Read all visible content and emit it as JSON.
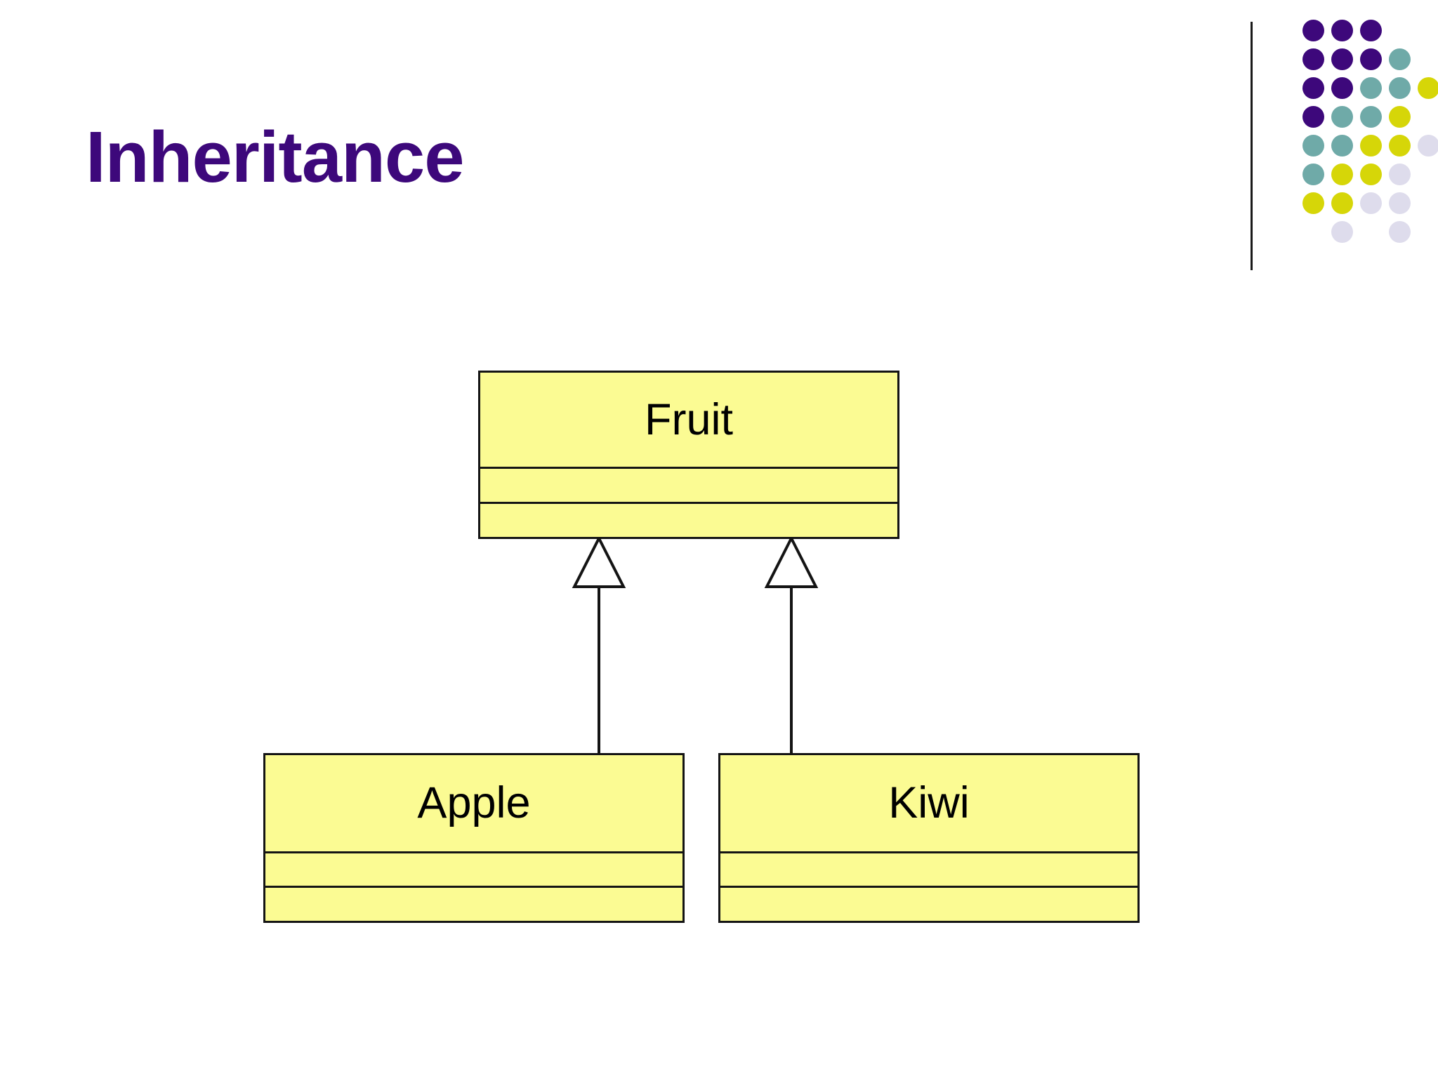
{
  "slide": {
    "title": "Inheritance",
    "background_color": "#FFFFFF",
    "title_color": "#3D087B"
  },
  "logo": {
    "name": "dot-grid-logo",
    "rule_color": "#1A1A1A",
    "dot_diameter": 31,
    "spacing": 41,
    "colors": {
      "purple": "#3D087B",
      "teal": "#6FAAA8",
      "yellow": "#D6D608",
      "lavender": "#DEDCEC"
    },
    "grid": [
      [
        "purple",
        "purple",
        "purple",
        null,
        null
      ],
      [
        "purple",
        "purple",
        "purple",
        "teal",
        null
      ],
      [
        "purple",
        "purple",
        "teal",
        "teal",
        "yellow"
      ],
      [
        "purple",
        "teal",
        "teal",
        "yellow",
        null
      ],
      [
        "teal",
        "teal",
        "yellow",
        "yellow",
        "lavender"
      ],
      [
        "teal",
        "yellow",
        "yellow",
        "lavender",
        null
      ],
      [
        "yellow",
        "yellow",
        "lavender",
        "lavender",
        null
      ],
      [
        null,
        "lavender",
        null,
        "lavender",
        null
      ]
    ]
  },
  "diagram": {
    "type": "uml-class-diagram",
    "relationship": "generalization",
    "fill_color": "#FBFB93",
    "border_color": "#141414",
    "classes": [
      {
        "id": "fruit",
        "name": "Fruit",
        "role": "superclass",
        "attributes": [],
        "operations": []
      },
      {
        "id": "apple",
        "name": "Apple",
        "role": "subclass",
        "attributes": [],
        "operations": []
      },
      {
        "id": "kiwi",
        "name": "Kiwi",
        "role": "subclass",
        "attributes": [],
        "operations": []
      }
    ],
    "edges": [
      {
        "from": "apple",
        "to": "fruit",
        "kind": "generalization"
      },
      {
        "from": "kiwi",
        "to": "fruit",
        "kind": "generalization"
      }
    ]
  }
}
